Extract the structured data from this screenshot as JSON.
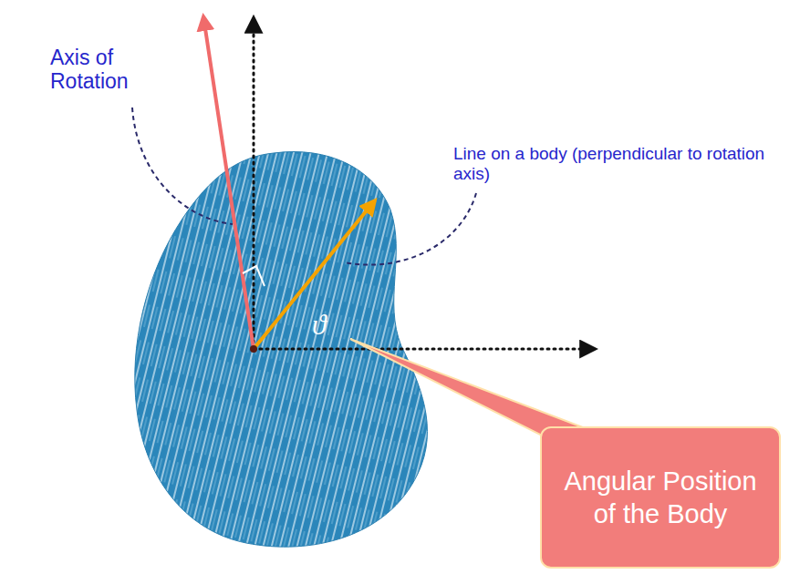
{
  "diagram": {
    "nodes": [
      {
        "text": [
          "Angular Position of the Body"
        ]
      }
    ],
    "labels": [
      "Axis of Rotation",
      "Line on a body (perpendicular to rotation axis)",
      "ϑ"
    ]
  }
}
